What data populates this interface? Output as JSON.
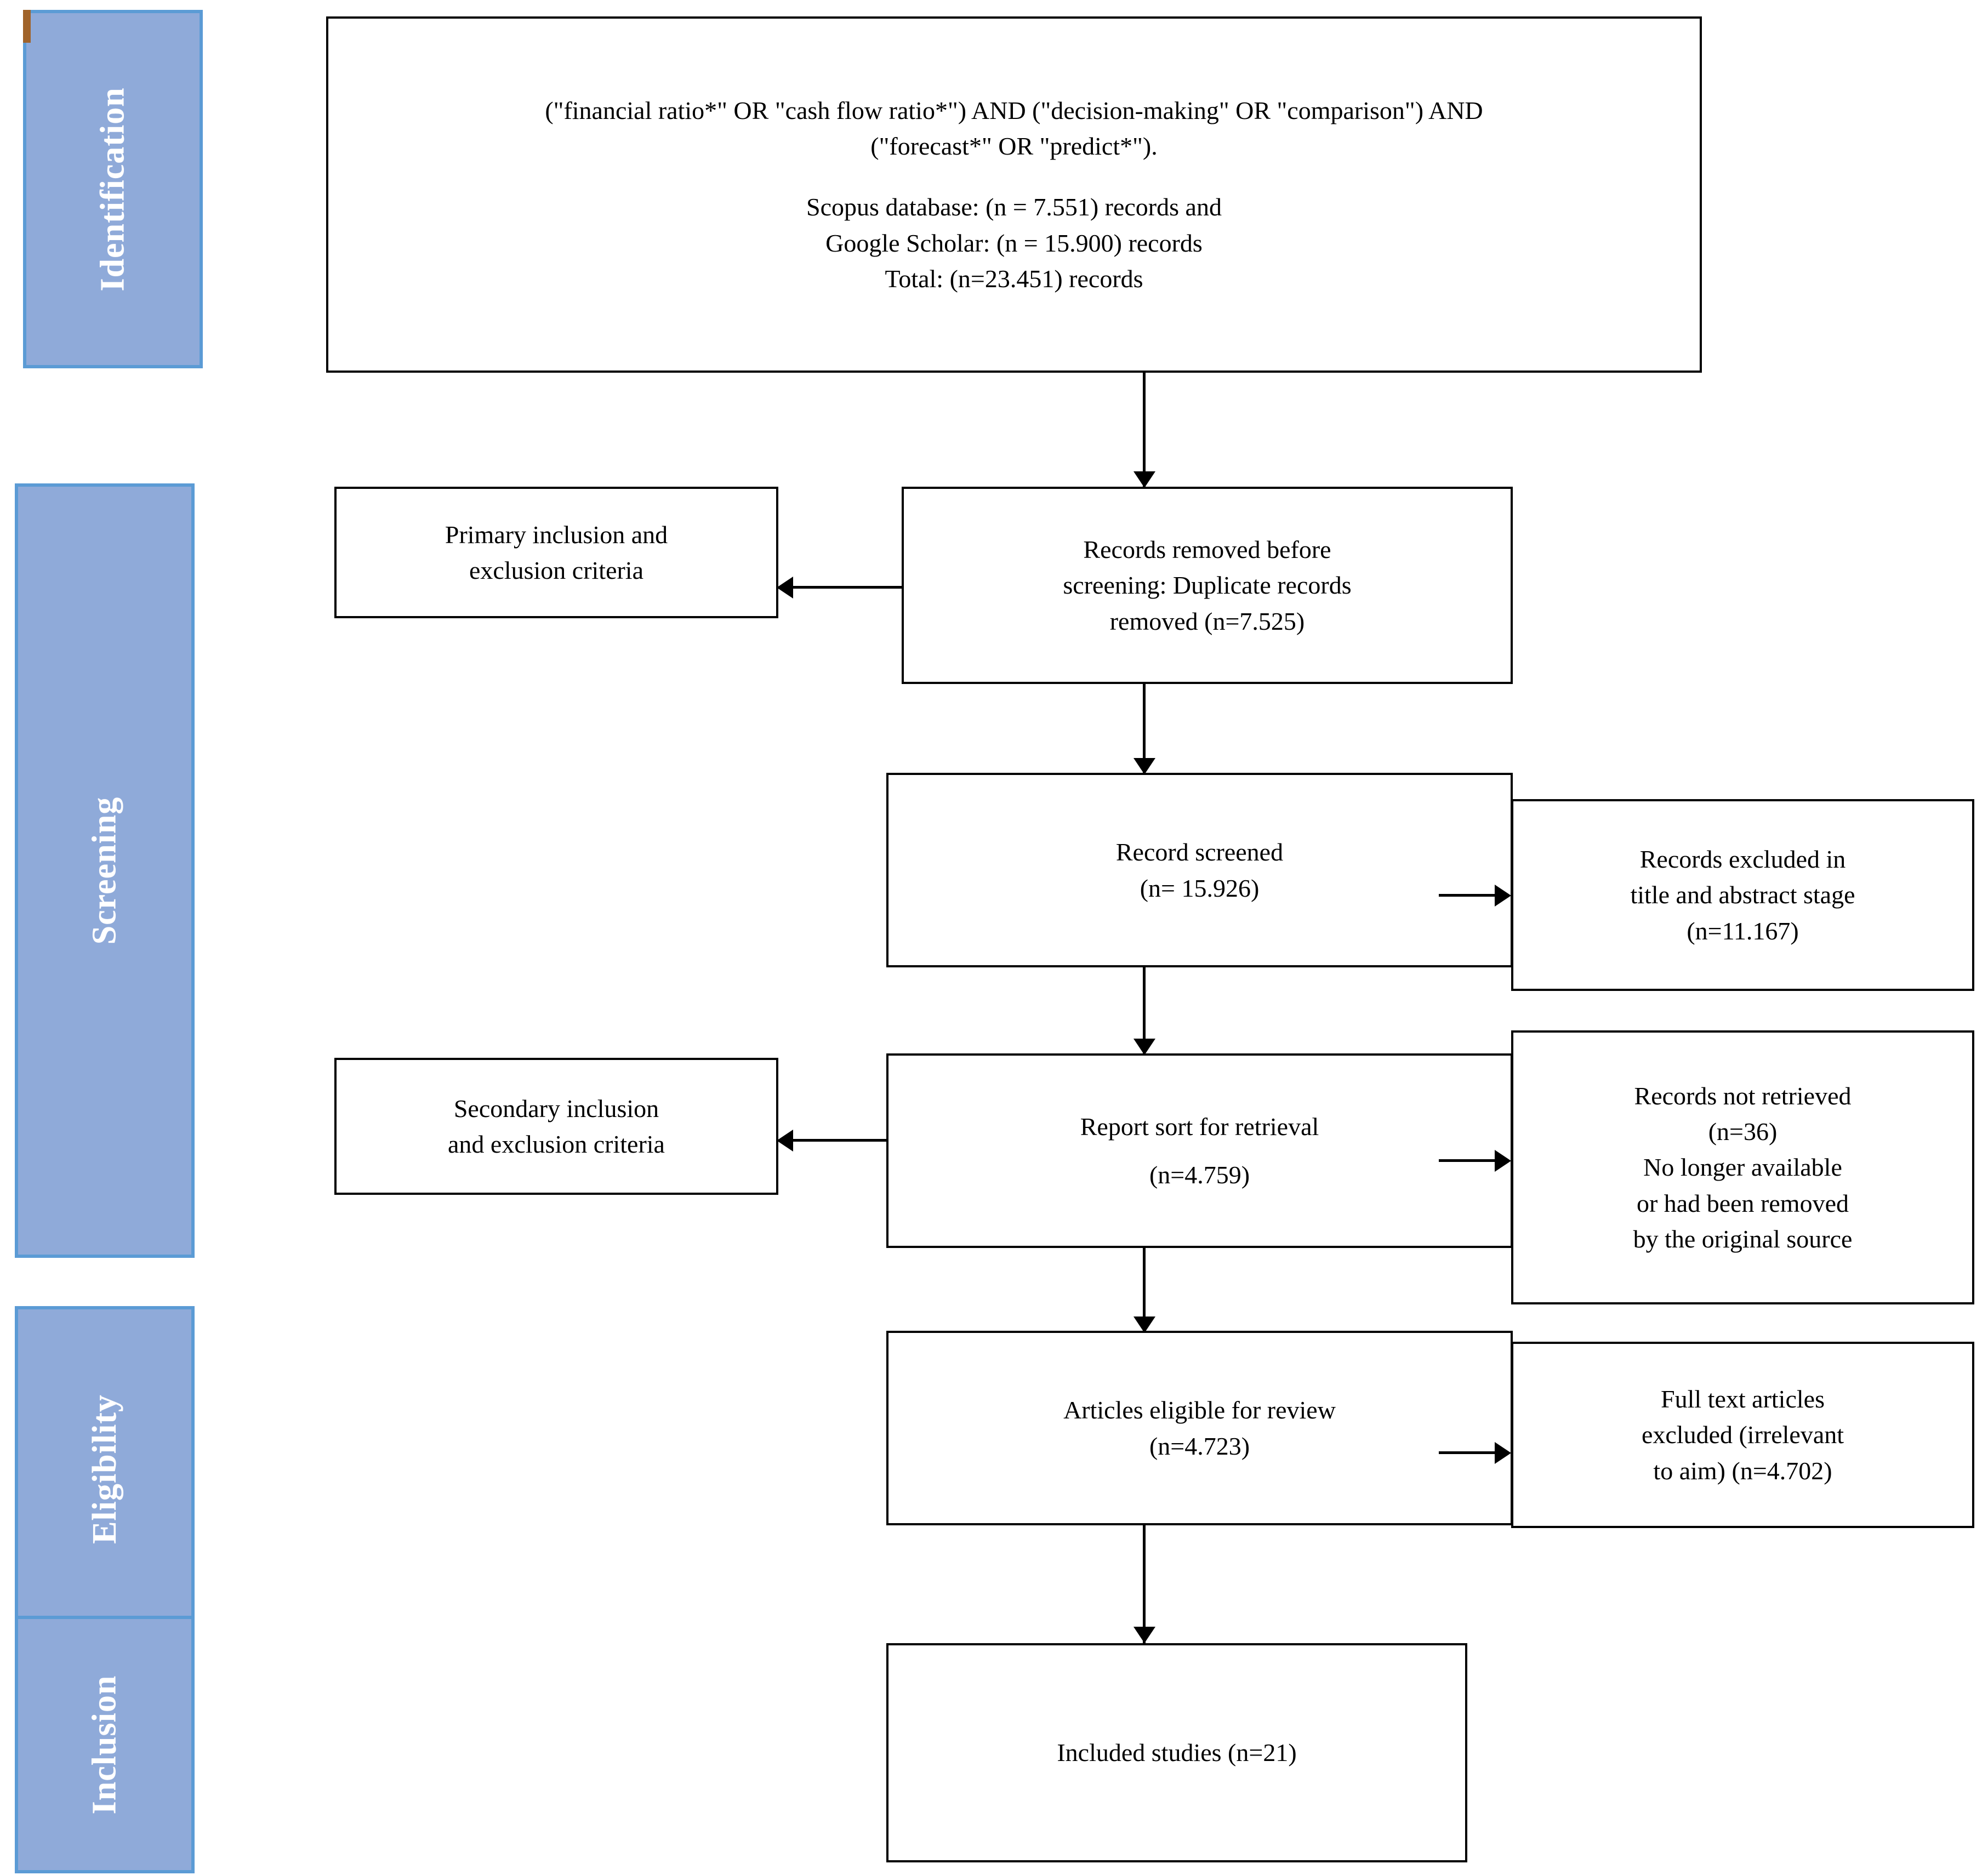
{
  "diagram": {
    "title": "PRISMA flow diagram",
    "accent_color": "#8faad9",
    "accent_border_color": "#5b9bd5",
    "accent_mark_color": "#a0632a",
    "line_color": "#000000"
  },
  "stages": [
    {
      "label": "Identification"
    },
    {
      "label": "Screening"
    },
    {
      "label": "Eligibility"
    },
    {
      "label": "Inclusion"
    }
  ],
  "boxes": {
    "search_query": {
      "query_line1": "(\"financial ratio*\" OR \"cash flow ratio*\") AND (\"decision-making\" OR \"comparison\") AND",
      "query_line2": "(\"forecast*\" OR \"predict*\").",
      "scopus": "Scopus database: (n = 7.551) records and",
      "google_scholar": "Google Scholar: (n = 15.900) records",
      "total": "Total: (n=23.451) records"
    },
    "primary_criteria": {
      "line1": "Primary inclusion and",
      "line2": "exclusion criteria"
    },
    "duplicates_removed": {
      "line1": "Records removed before",
      "line2": "screening: Duplicate records",
      "line3": "removed (n=7.525)"
    },
    "record_screened": {
      "line1": "Record screened",
      "line2": "(n= 15.926)"
    },
    "records_excluded_title_abstract": {
      "line1": "Records excluded in",
      "line2": "title and abstract stage",
      "line3": "(n=11.167)"
    },
    "secondary_criteria": {
      "line1": "Secondary inclusion",
      "line2": "and exclusion criteria"
    },
    "report_sort_retrieval": {
      "line1": "Report sort for retrieval",
      "line2": "(n=4.759)"
    },
    "records_not_retrieved": {
      "line1": "Records not retrieved",
      "line2": "(n=36)",
      "line3": "No longer available",
      "line4": "or had been removed",
      "line5": "by the original source"
    },
    "articles_eligible": {
      "line1": "Articles eligible for review",
      "line2": "(n=4.723)"
    },
    "full_text_excluded": {
      "line1": "Full text articles",
      "line2": "excluded (irrelevant",
      "line3": "to aim) (n=4.702)"
    },
    "included_studies": {
      "line1": "Included studies (n=21)"
    }
  },
  "counts": {
    "scopus_records": "7.551",
    "google_scholar_records": "15.900",
    "total_records": "23.451",
    "duplicates_removed": "7.525",
    "records_screened": "15.926",
    "excluded_title_abstract": "11.167",
    "sorted_for_retrieval": "4.759",
    "not_retrieved": "36",
    "eligible_for_review": "4.723",
    "full_text_excluded": "4.702",
    "included_studies": "21"
  }
}
